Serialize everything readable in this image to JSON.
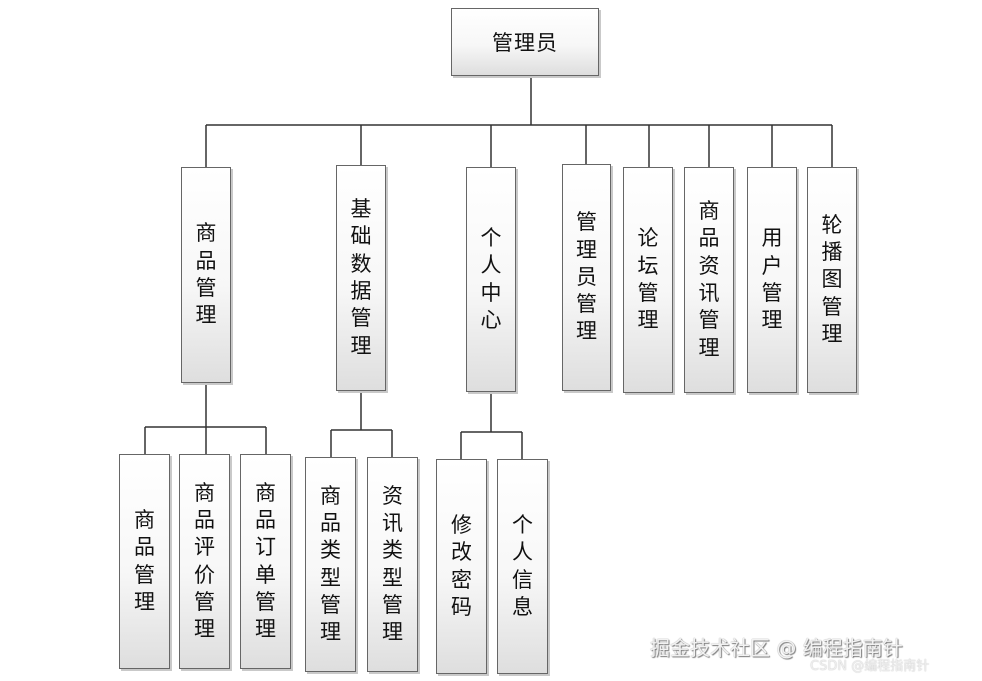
{
  "nodes": {
    "root": "管理员",
    "goods": "商品管理",
    "basic": "基础数据管理",
    "personal": "个人中心",
    "admin": "管理员管理",
    "forum": "论坛管理",
    "news": "商品资讯管理",
    "user": "用户管理",
    "carousel": "轮播图管理",
    "goods_mgmt": "商品管理",
    "goods_review": "商品评价管理",
    "goods_order": "商品订单管理",
    "goods_type": "商品类型管理",
    "news_type": "资讯类型管理",
    "change_pwd": "修改密码",
    "personal_info": "个人信息"
  },
  "watermark": {
    "main": "掘金技术社区 @ 编程指南针",
    "small": "CSDN @编程指南针"
  },
  "colors": {
    "line": "#333333",
    "border": "#666666"
  }
}
